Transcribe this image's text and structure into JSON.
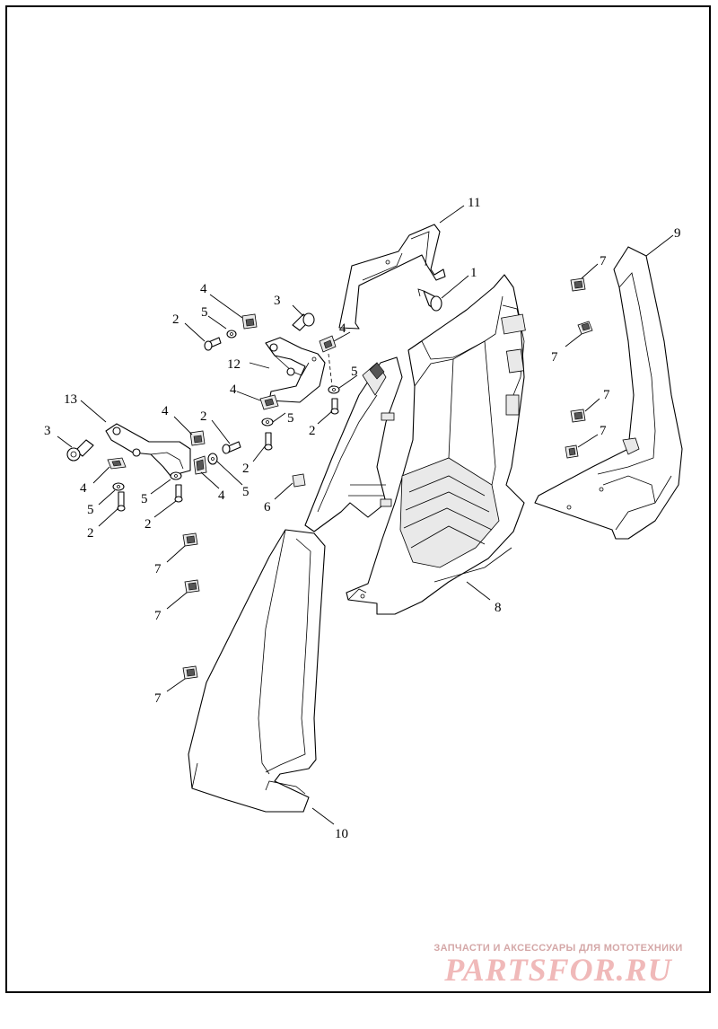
{
  "callouts": {
    "c1": "1",
    "c2a": "2",
    "c2b": "2",
    "c2c": "2",
    "c2d": "2",
    "c2e": "2",
    "c3a": "3",
    "c3b": "3",
    "c4a": "4",
    "c4b": "4",
    "c4c": "4",
    "c4d": "4",
    "c4e": "4",
    "c4f": "4",
    "c5a": "5",
    "c5b": "5",
    "c5c": "5",
    "c5d": "5",
    "c5e": "5",
    "c5f": "5",
    "c6": "6",
    "c7a": "7",
    "c7b": "7",
    "c7c": "7",
    "c7d": "7",
    "c7e": "7",
    "c7f": "7",
    "c7g": "7",
    "c8": "8",
    "c9": "9",
    "c10": "10",
    "c11": "11",
    "c12": "12",
    "c13": "13"
  },
  "watermark": {
    "caption": "ЗАПЧАСТИ И АКСЕССУАРЫ ДЛЯ МОТОТЕХНИКИ",
    "logo": "PARTSFOR.RU"
  }
}
